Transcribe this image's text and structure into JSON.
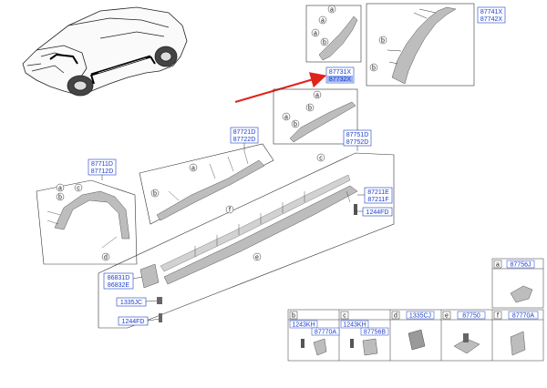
{
  "part_codes": {
    "top_center_1": "87731X",
    "top_center_2": "87732X",
    "top_right_1": "87741X",
    "top_right_2": "87742X",
    "mid_1": "87721D",
    "mid_2": "87722D",
    "side_1": "87751D",
    "side_2": "87752D",
    "left_1": "87711D",
    "left_2": "87712D",
    "guard_1": "86831D",
    "guard_2": "86832E",
    "clip_e_1": "87211E",
    "clip_e_2": "87211F",
    "screw_a": "1244FD",
    "screw_b": "1335JC",
    "screw_c": "1244FD"
  },
  "callouts": {
    "a": "a",
    "b": "b",
    "c": "c",
    "d": "d",
    "e": "e",
    "f": "f"
  },
  "legend": {
    "a": {
      "letter": "a",
      "part": "87756J"
    },
    "b": {
      "letter": "b",
      "part1": "1243KH",
      "part2": "87770A"
    },
    "c": {
      "letter": "c",
      "part1": "1243KH",
      "part2": "87756B"
    },
    "d": {
      "letter": "d",
      "part": "1335CJ"
    },
    "e": {
      "letter": "e",
      "part": "87750"
    },
    "f": {
      "letter": "f",
      "part": "87770A"
    }
  },
  "colors": {
    "code_text": "#1d3ec9",
    "code_border": "#1d3ec9",
    "highlight": "#9ab3f0",
    "arrow": "#e0231b",
    "part_fill": "#bdbdbd",
    "line": "#333333"
  }
}
